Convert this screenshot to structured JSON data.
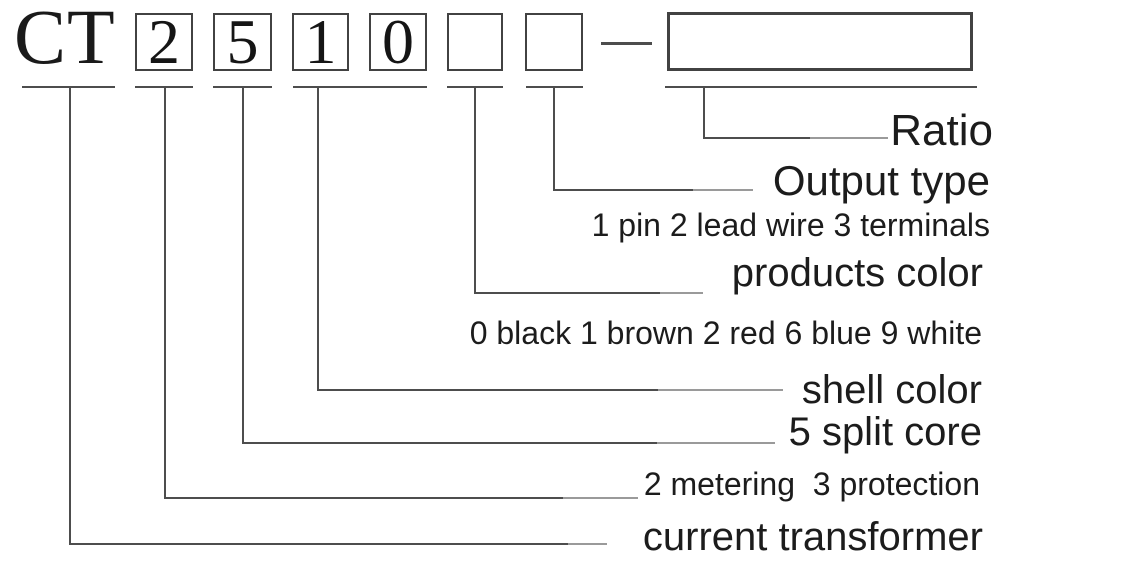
{
  "product_code": {
    "prefix": "CT",
    "boxes": [
      "2",
      "5",
      "1",
      "0",
      "",
      ""
    ],
    "separator": "-",
    "ratio_box_value": ""
  },
  "legend": {
    "ratio": {
      "label": "Ratio"
    },
    "output_type": {
      "label": "Output type",
      "values": "1 pin 2 lead wire 3 terminals"
    },
    "products_color": {
      "label": "products color",
      "values": "0 black 1 brown 2 red 6 blue 9 white"
    },
    "shell_color": {
      "label": "shell color"
    },
    "split_core": {
      "label": "5 split core"
    },
    "function": {
      "values": "2 metering  3 protection"
    },
    "current_transformer": {
      "label": "current transformer"
    }
  },
  "colors": {
    "background": "#ffffff",
    "text": "#1c1c1c",
    "line_dark": "#4d4d4d",
    "line_light": "#9a9a9a",
    "box_border": "#424242"
  }
}
